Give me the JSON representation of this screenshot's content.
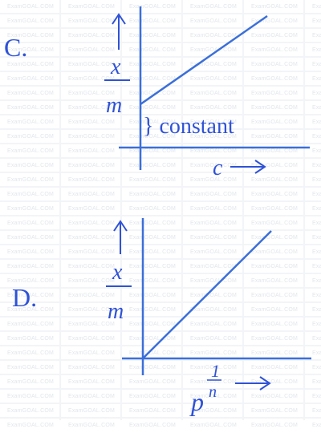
{
  "watermark": "ExamGOAL.COM",
  "colors": {
    "ink": "#2f52d6",
    "line": "#3b6fd9"
  },
  "graph_c": {
    "option_label": "C.",
    "y_axis_label_numerator": "x",
    "y_axis_label_denominator": "m",
    "intercept_annotation": "} constant",
    "x_axis_label": "c",
    "arrow_up": "↑",
    "arrow_right": "⟶"
  },
  "graph_d": {
    "option_label": "D.",
    "y_axis_label_numerator": "x",
    "y_axis_label_denominator": "m",
    "x_axis_label_base": "p",
    "x_axis_label_exponent": "n",
    "x_axis_label_fraction_top": "1",
    "arrow_up": "↑",
    "arrow_right": "⟶"
  }
}
